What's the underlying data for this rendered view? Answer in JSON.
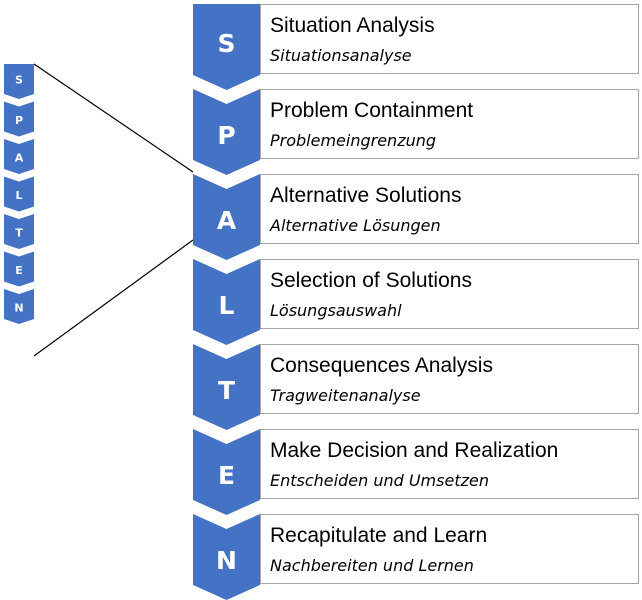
{
  "colors": {
    "chevron_fill": "#4472c4",
    "letter_color": "#ffffff",
    "box_border": "#a6a6a6",
    "connector_line": "#000000"
  },
  "steps": [
    {
      "letter": "S",
      "title": "Situation Analysis",
      "subtitle": "Situationsanalyse"
    },
    {
      "letter": "P",
      "title": "Problem Containment",
      "subtitle": "Problemeingrenzung"
    },
    {
      "letter": "A",
      "title": "Alternative Solutions",
      "subtitle": "Alternative Lösungen"
    },
    {
      "letter": "L",
      "title": "Selection of Solutions",
      "subtitle": "Lösungsauswahl"
    },
    {
      "letter": "T",
      "title": "Consequences Analysis",
      "subtitle": "Tragweitenanalyse"
    },
    {
      "letter": "E",
      "title": "Make Decision and Realization",
      "subtitle": "Entscheiden und Umsetzen"
    },
    {
      "letter": "N",
      "title": "Recapitulate and Learn",
      "subtitle": "Nachbereiten und Lernen"
    }
  ],
  "mini_column": {
    "letters": [
      "S",
      "P",
      "A",
      "L",
      "T",
      "E",
      "N"
    ]
  }
}
